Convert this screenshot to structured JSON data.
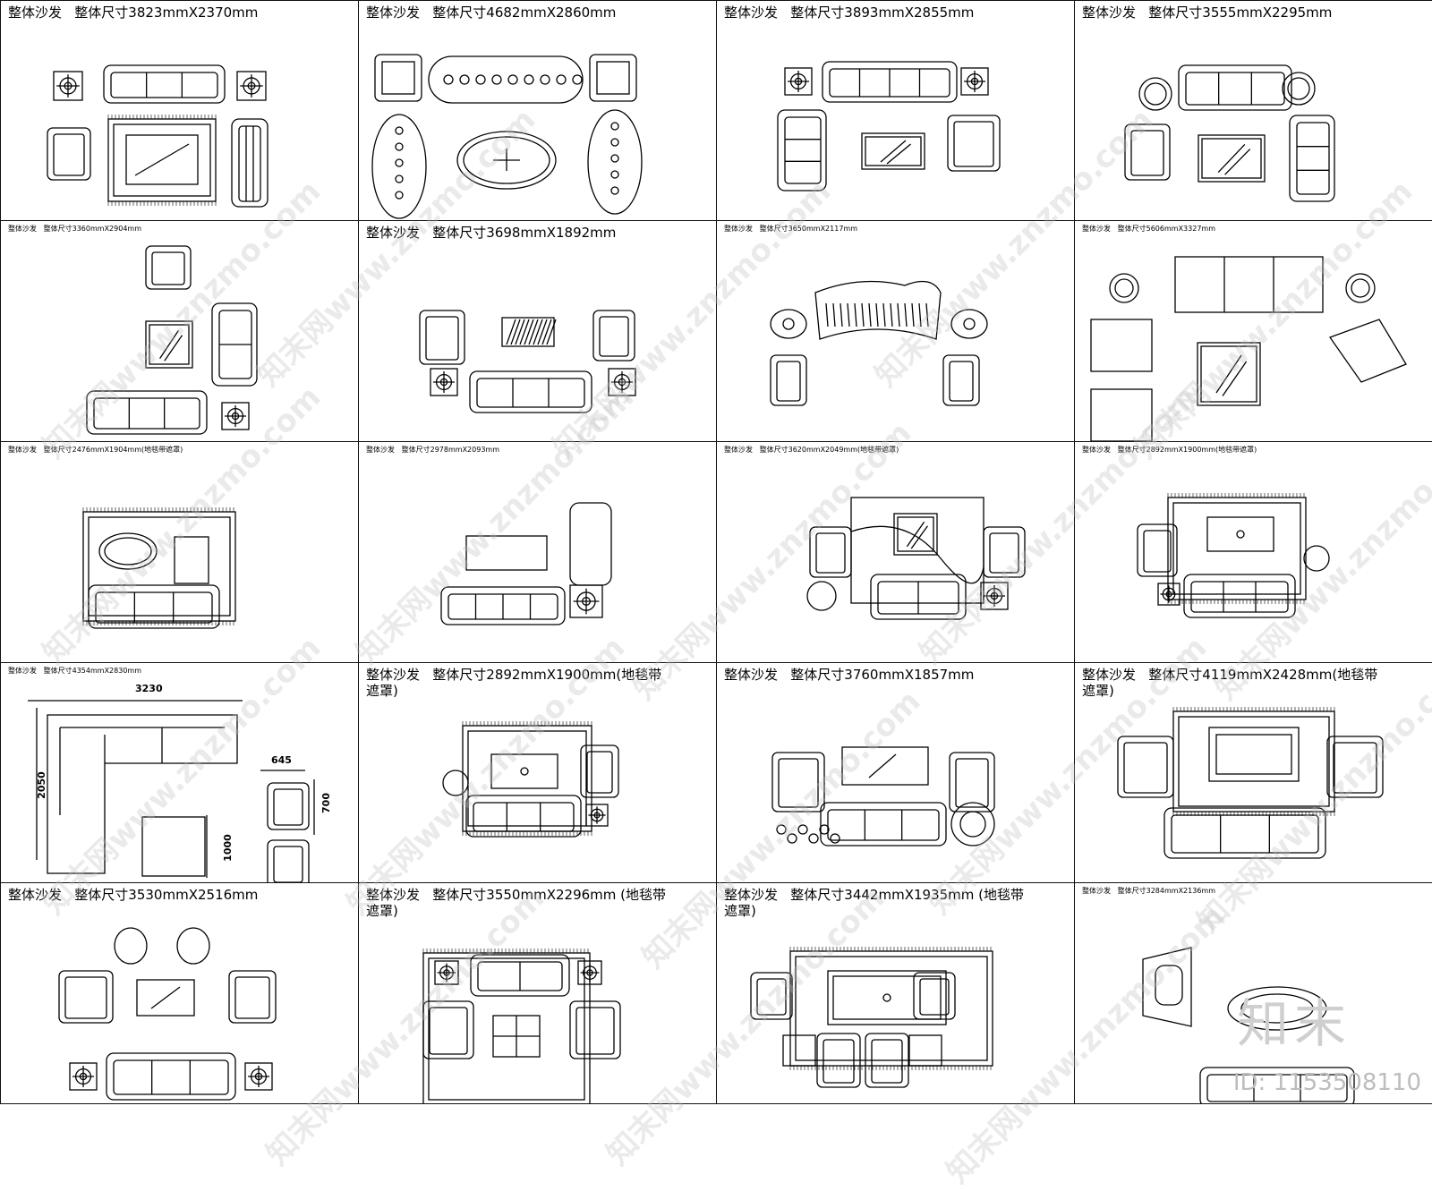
{
  "cells": [
    {
      "caption": "整体沙发   整体尺寸3823mmX2370mm",
      "size": "big"
    },
    {
      "caption": "整体沙发   整体尺寸4682mmX2860mm",
      "size": "big"
    },
    {
      "caption": "整体沙发   整体尺寸3893mmX2855mm",
      "size": "big"
    },
    {
      "caption": "整体沙发   整体尺寸3555mmX2295mm",
      "size": "big"
    },
    {
      "caption": "整体沙发   整体尺寸3360mmX2904mm",
      "size": "small"
    },
    {
      "caption": "整体沙发   整体尺寸3698mmX1892mm",
      "size": "big"
    },
    {
      "caption": "整体沙发   整体尺寸3650mmX2117mm",
      "size": "small"
    },
    {
      "caption": "整体沙发   整体尺寸5606mmX3327mm",
      "size": "small"
    },
    {
      "caption": "整体沙发   整体尺寸2476mmX1904mm(地毯带遮罩)",
      "size": "small"
    },
    {
      "caption": "整体沙发   整体尺寸2978mmX2093mm",
      "size": "small"
    },
    {
      "caption": "整体沙发   整体尺寸3620mmX2049mm(地毯带遮罩)",
      "size": "small"
    },
    {
      "caption": "整体沙发   整体尺寸2892mmX1900mm(地毯带遮罩)",
      "size": "small"
    },
    {
      "caption": "整体沙发   整体尺寸4354mmX2830mm",
      "size": "small"
    },
    {
      "caption": "整体沙发   整体尺寸2892mmX1900mm(地毯带\n遮罩)",
      "size": "big"
    },
    {
      "caption": "整体沙发   整体尺寸3760mmX1857mm",
      "size": "big"
    },
    {
      "caption": "整体沙发   整体尺寸4119mmX2428mm(地毯带\n遮罩)",
      "size": "big"
    },
    {
      "caption": "整体沙发   整体尺寸3530mmX2516mm",
      "size": "big"
    },
    {
      "caption": "整体沙发   整体尺寸3550mmX2296mm (地毯带\n遮罩)",
      "size": "big"
    },
    {
      "caption": "整体沙发   整体尺寸3442mmX1935mm (地毯带\n遮罩)",
      "size": "big"
    },
    {
      "caption": "整体沙发   整体尺寸3284mmX2136mm",
      "size": "small"
    }
  ],
  "dimensions": {
    "width": "3230",
    "height": "2050",
    "table": "1000",
    "chair_w": "645",
    "chair_h": "700"
  },
  "watermark": "知末网www.znzmo.com",
  "logo": "知末",
  "id_text": "ID: 1153508110"
}
